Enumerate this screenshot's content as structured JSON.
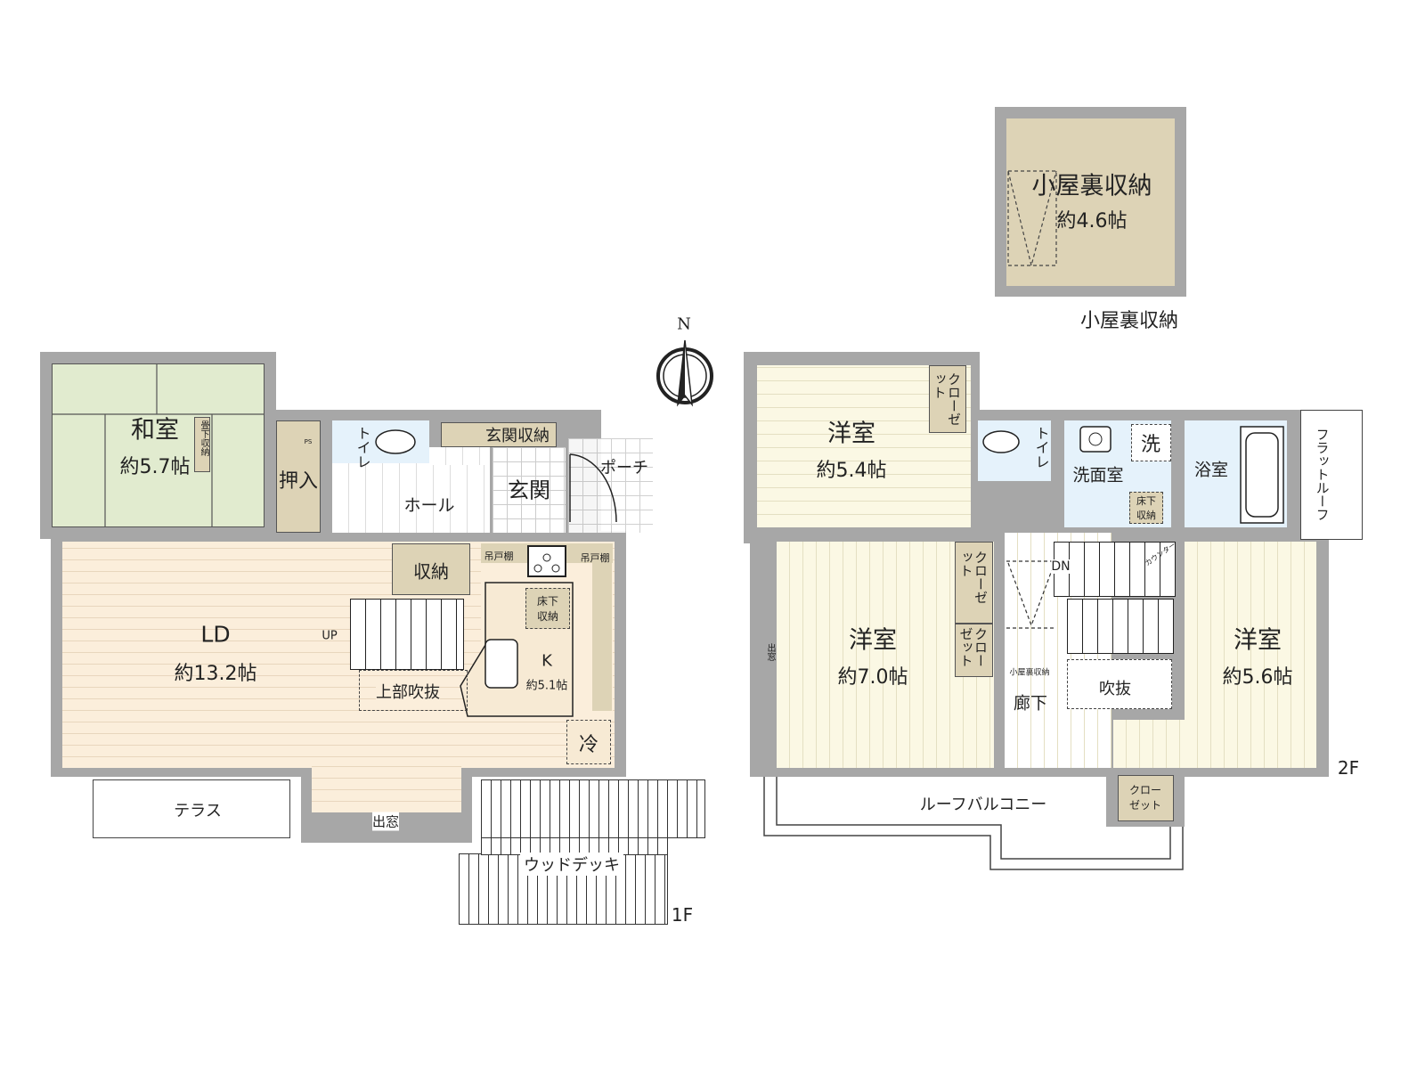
{
  "loft": {
    "room": "小屋裏収納",
    "area": "約4.6帖",
    "caption": "小屋裏収納"
  },
  "compass": {
    "north": "N"
  },
  "floor1": {
    "label": "1F",
    "washitsu": {
      "name": "和室",
      "area": "約5.7帖",
      "under_storage": "畳下収納"
    },
    "oshiire": "押入",
    "toilet": "トイレ",
    "genkan_storage": "玄関収納",
    "hall": "ホール",
    "genkan": "玄関",
    "porch": "ポーチ",
    "ld": {
      "name": "LD",
      "area": "約13.2帖"
    },
    "storage": "収納",
    "up": "UP",
    "void_above": "上部吹抜",
    "kitchen": {
      "name": "K",
      "area": "約5.1帖"
    },
    "wall_cabinet_1": "吊戸棚",
    "wall_cabinet_2": "吊戸棚",
    "underfloor_storage": "床下収納",
    "fridge": "冷",
    "terrace": "テラス",
    "bay_window": "出窓",
    "wood_deck": "ウッドデッキ",
    "ps": "PS"
  },
  "floor2": {
    "label": "2F",
    "western_room_1": {
      "name": "洋室",
      "area": "約5.4帖"
    },
    "western_room_2": {
      "name": "洋室",
      "area": "約7.0帖"
    },
    "western_room_3": {
      "name": "洋室",
      "area": "約5.6帖"
    },
    "closet": "クローゼット",
    "toilet": "トイレ",
    "washroom": "洗面室",
    "washer": "洗",
    "underfloor_storage": "床下収納",
    "bathroom": "浴室",
    "flat_roof": "フラットルーフ",
    "down": "DN",
    "loft_storage_note": "小屋裏収納",
    "corridor": "廊下",
    "void": "吹抜",
    "counter": "カウンター",
    "bay_window": "出窓",
    "roof_balcony": "ルーフバルコニー"
  }
}
